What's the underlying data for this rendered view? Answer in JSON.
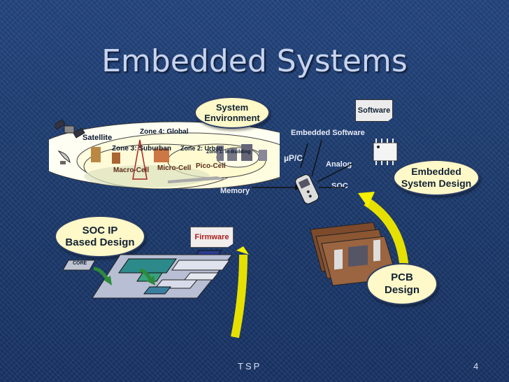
{
  "slide": {
    "title": "Embedded Systems",
    "footer": "TSP",
    "page_number": "4"
  },
  "callouts": {
    "system_environment": "System\nEnvironment",
    "embedded_system_design": "Embedded\nSystem Design",
    "soc_ip": "SOC IP\nBased Design",
    "pcb": "PCB\nDesign"
  },
  "tags": {
    "software": "Software",
    "firmware": "Firmware"
  },
  "zones": {
    "satellite": "Satellite",
    "zone4": "Zone 4: Global",
    "zone3": "Zone 3: Suburban",
    "zone2": "Zone 2: Urban",
    "zone1": "Zone 1: In-Building",
    "macro": "Macro-Cell",
    "micro": "Micro-Cell",
    "pico": "Pico-Cell"
  },
  "labels": {
    "memory": "Memory",
    "embedded_software": "Embedded Software",
    "up_c": "µP/C",
    "analog": "Analog",
    "soc": "SOC",
    "core": "CORE"
  },
  "colors": {
    "callout_fill": "#fff8c8",
    "arrow_fill": "#f4f000"
  }
}
